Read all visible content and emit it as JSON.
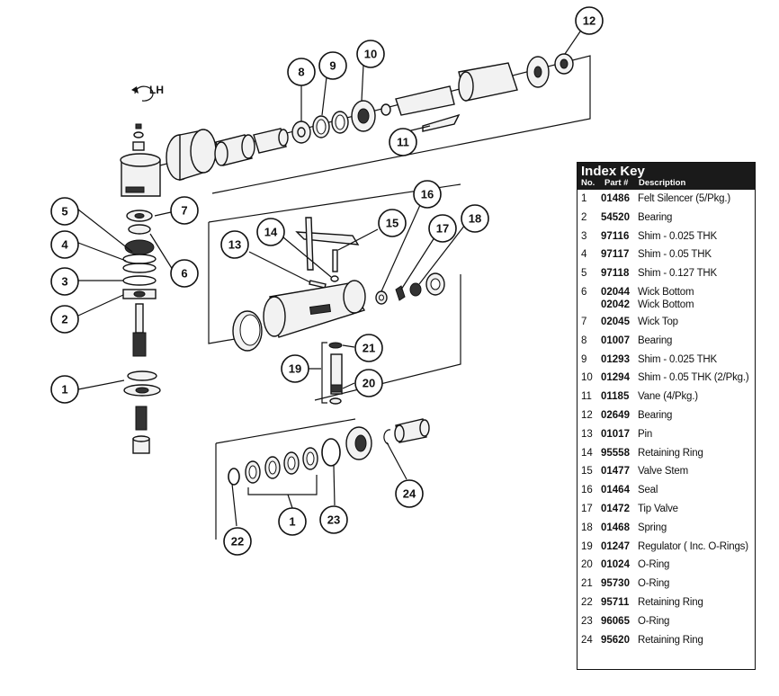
{
  "diagram": {
    "rotation_label": "LH",
    "callouts": [
      "1",
      "2",
      "3",
      "4",
      "5",
      "6",
      "7",
      "8",
      "9",
      "10",
      "11",
      "12",
      "13",
      "14",
      "15",
      "16",
      "17",
      "18",
      "19",
      "20",
      "21",
      "22",
      "23",
      "24"
    ],
    "callout_1_repeat": "1"
  },
  "index_key": {
    "title": "Index Key",
    "col_no": "No.",
    "col_part": "Part #",
    "col_desc": "Description",
    "rows": [
      {
        "no": "1",
        "part": "01486",
        "desc": "Felt Silencer (5/Pkg.)"
      },
      {
        "no": "2",
        "part": "54520",
        "desc": "Bearing"
      },
      {
        "no": "3",
        "part": "97116",
        "desc": "Shim - 0.025 THK"
      },
      {
        "no": "4",
        "part": "97117",
        "desc": "Shim - 0.05 THK"
      },
      {
        "no": "5",
        "part": "97118",
        "desc": "Shim - 0.127 THK"
      },
      {
        "no": "6",
        "part": "02044",
        "desc": "Wick Bottom",
        "part2": "02042",
        "desc2": "Wick Bottom"
      },
      {
        "no": "7",
        "part": "02045",
        "desc": "Wick Top"
      },
      {
        "no": "8",
        "part": "01007",
        "desc": "Bearing"
      },
      {
        "no": "9",
        "part": "01293",
        "desc": "Shim - 0.025 THK"
      },
      {
        "no": "10",
        "part": "01294",
        "desc": "Shim - 0.05 THK (2/Pkg.)"
      },
      {
        "no": "11",
        "part": "01185",
        "desc": "Vane (4/Pkg.)"
      },
      {
        "no": "12",
        "part": "02649",
        "desc": "Bearing"
      },
      {
        "no": "13",
        "part": "01017",
        "desc": "Pin"
      },
      {
        "no": "14",
        "part": "95558",
        "desc": "Retaining Ring"
      },
      {
        "no": "15",
        "part": "01477",
        "desc": "Valve Stem"
      },
      {
        "no": "16",
        "part": "01464",
        "desc": "Seal"
      },
      {
        "no": "17",
        "part": "01472",
        "desc": "Tip Valve"
      },
      {
        "no": "18",
        "part": "01468",
        "desc": "Spring"
      },
      {
        "no": "19",
        "part": "01247",
        "desc": "Regulator ( Inc. O-Rings)"
      },
      {
        "no": "20",
        "part": "01024",
        "desc": "O-Ring"
      },
      {
        "no": "21",
        "part": "95730",
        "desc": "O-Ring"
      },
      {
        "no": "22",
        "part": "95711",
        "desc": "Retaining Ring"
      },
      {
        "no": "23",
        "part": "96065",
        "desc": "O-Ring"
      },
      {
        "no": "24",
        "part": "95620",
        "desc": "Retaining Ring"
      }
    ]
  }
}
